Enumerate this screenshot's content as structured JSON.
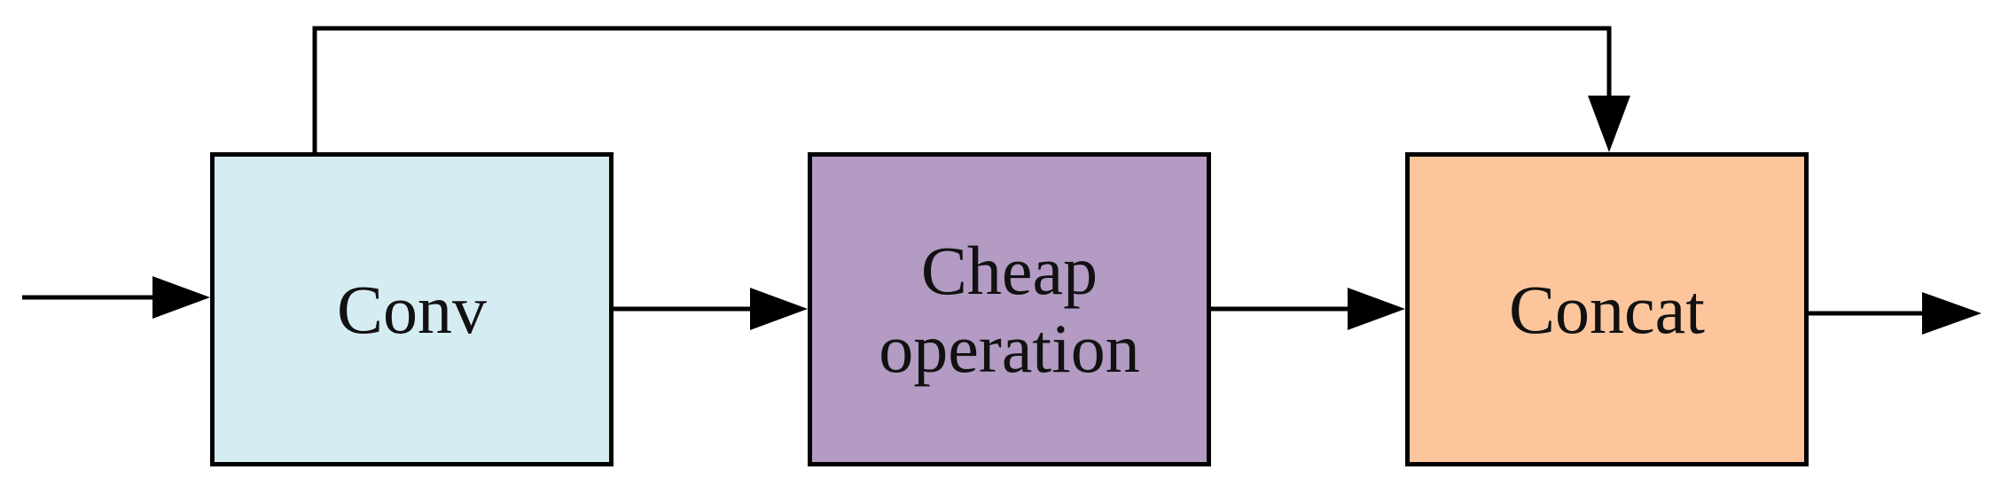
{
  "blocks": {
    "conv": {
      "label": "Conv",
      "color": "#d5edf2"
    },
    "cheap": {
      "label": "Cheap\noperation",
      "color": "#b39bc4"
    },
    "concat": {
      "label": "Concat",
      "color": "#fcc59c"
    }
  },
  "colors": {
    "stroke": "#000000"
  }
}
